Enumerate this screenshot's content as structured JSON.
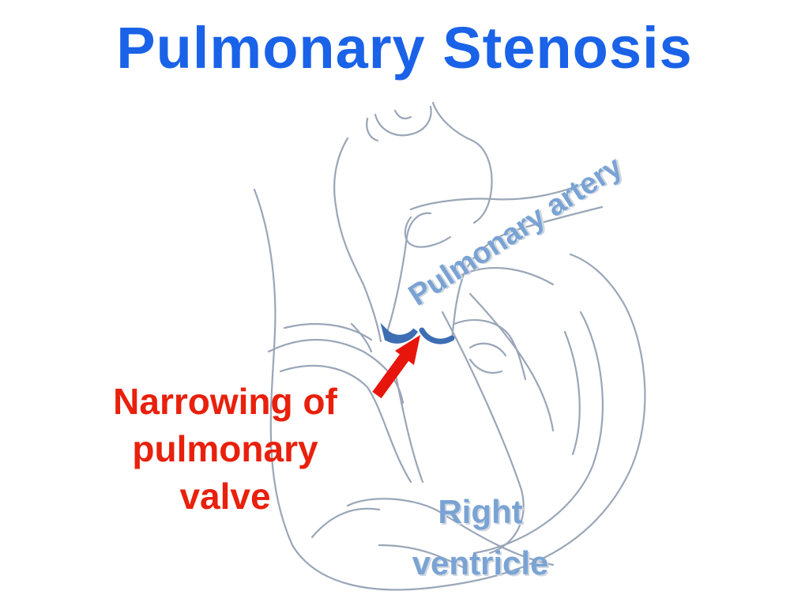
{
  "title": "Pulmonary Stenosis",
  "labels": {
    "pulmonary_artery": "Pulmonary artery",
    "narrowing_line1": "Narrowing of",
    "narrowing_line2": "pulmonary",
    "narrowing_line3": "valve",
    "right": "Right",
    "ventricle": "ventricle"
  },
  "colors": {
    "title": "#1a62e8",
    "outline": "#9aa6b8",
    "label_blue": "#7aa3d4",
    "label_shadow": "#cfd7e0",
    "label_red": "#e8200c",
    "arrow": "#e8150c",
    "valve": "#3d6db3"
  }
}
